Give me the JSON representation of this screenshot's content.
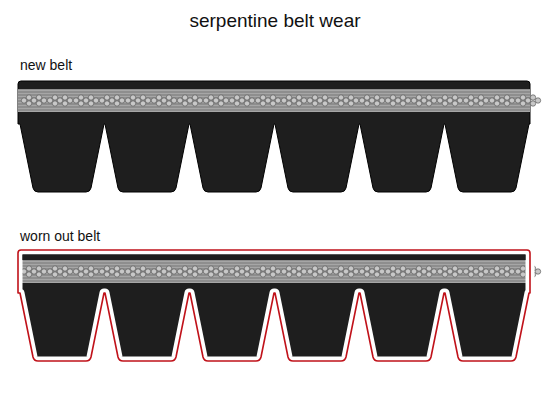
{
  "diagram": {
    "title": "serpentine belt wear",
    "labels": [
      "new belt",
      "worn out belt"
    ]
  }
}
